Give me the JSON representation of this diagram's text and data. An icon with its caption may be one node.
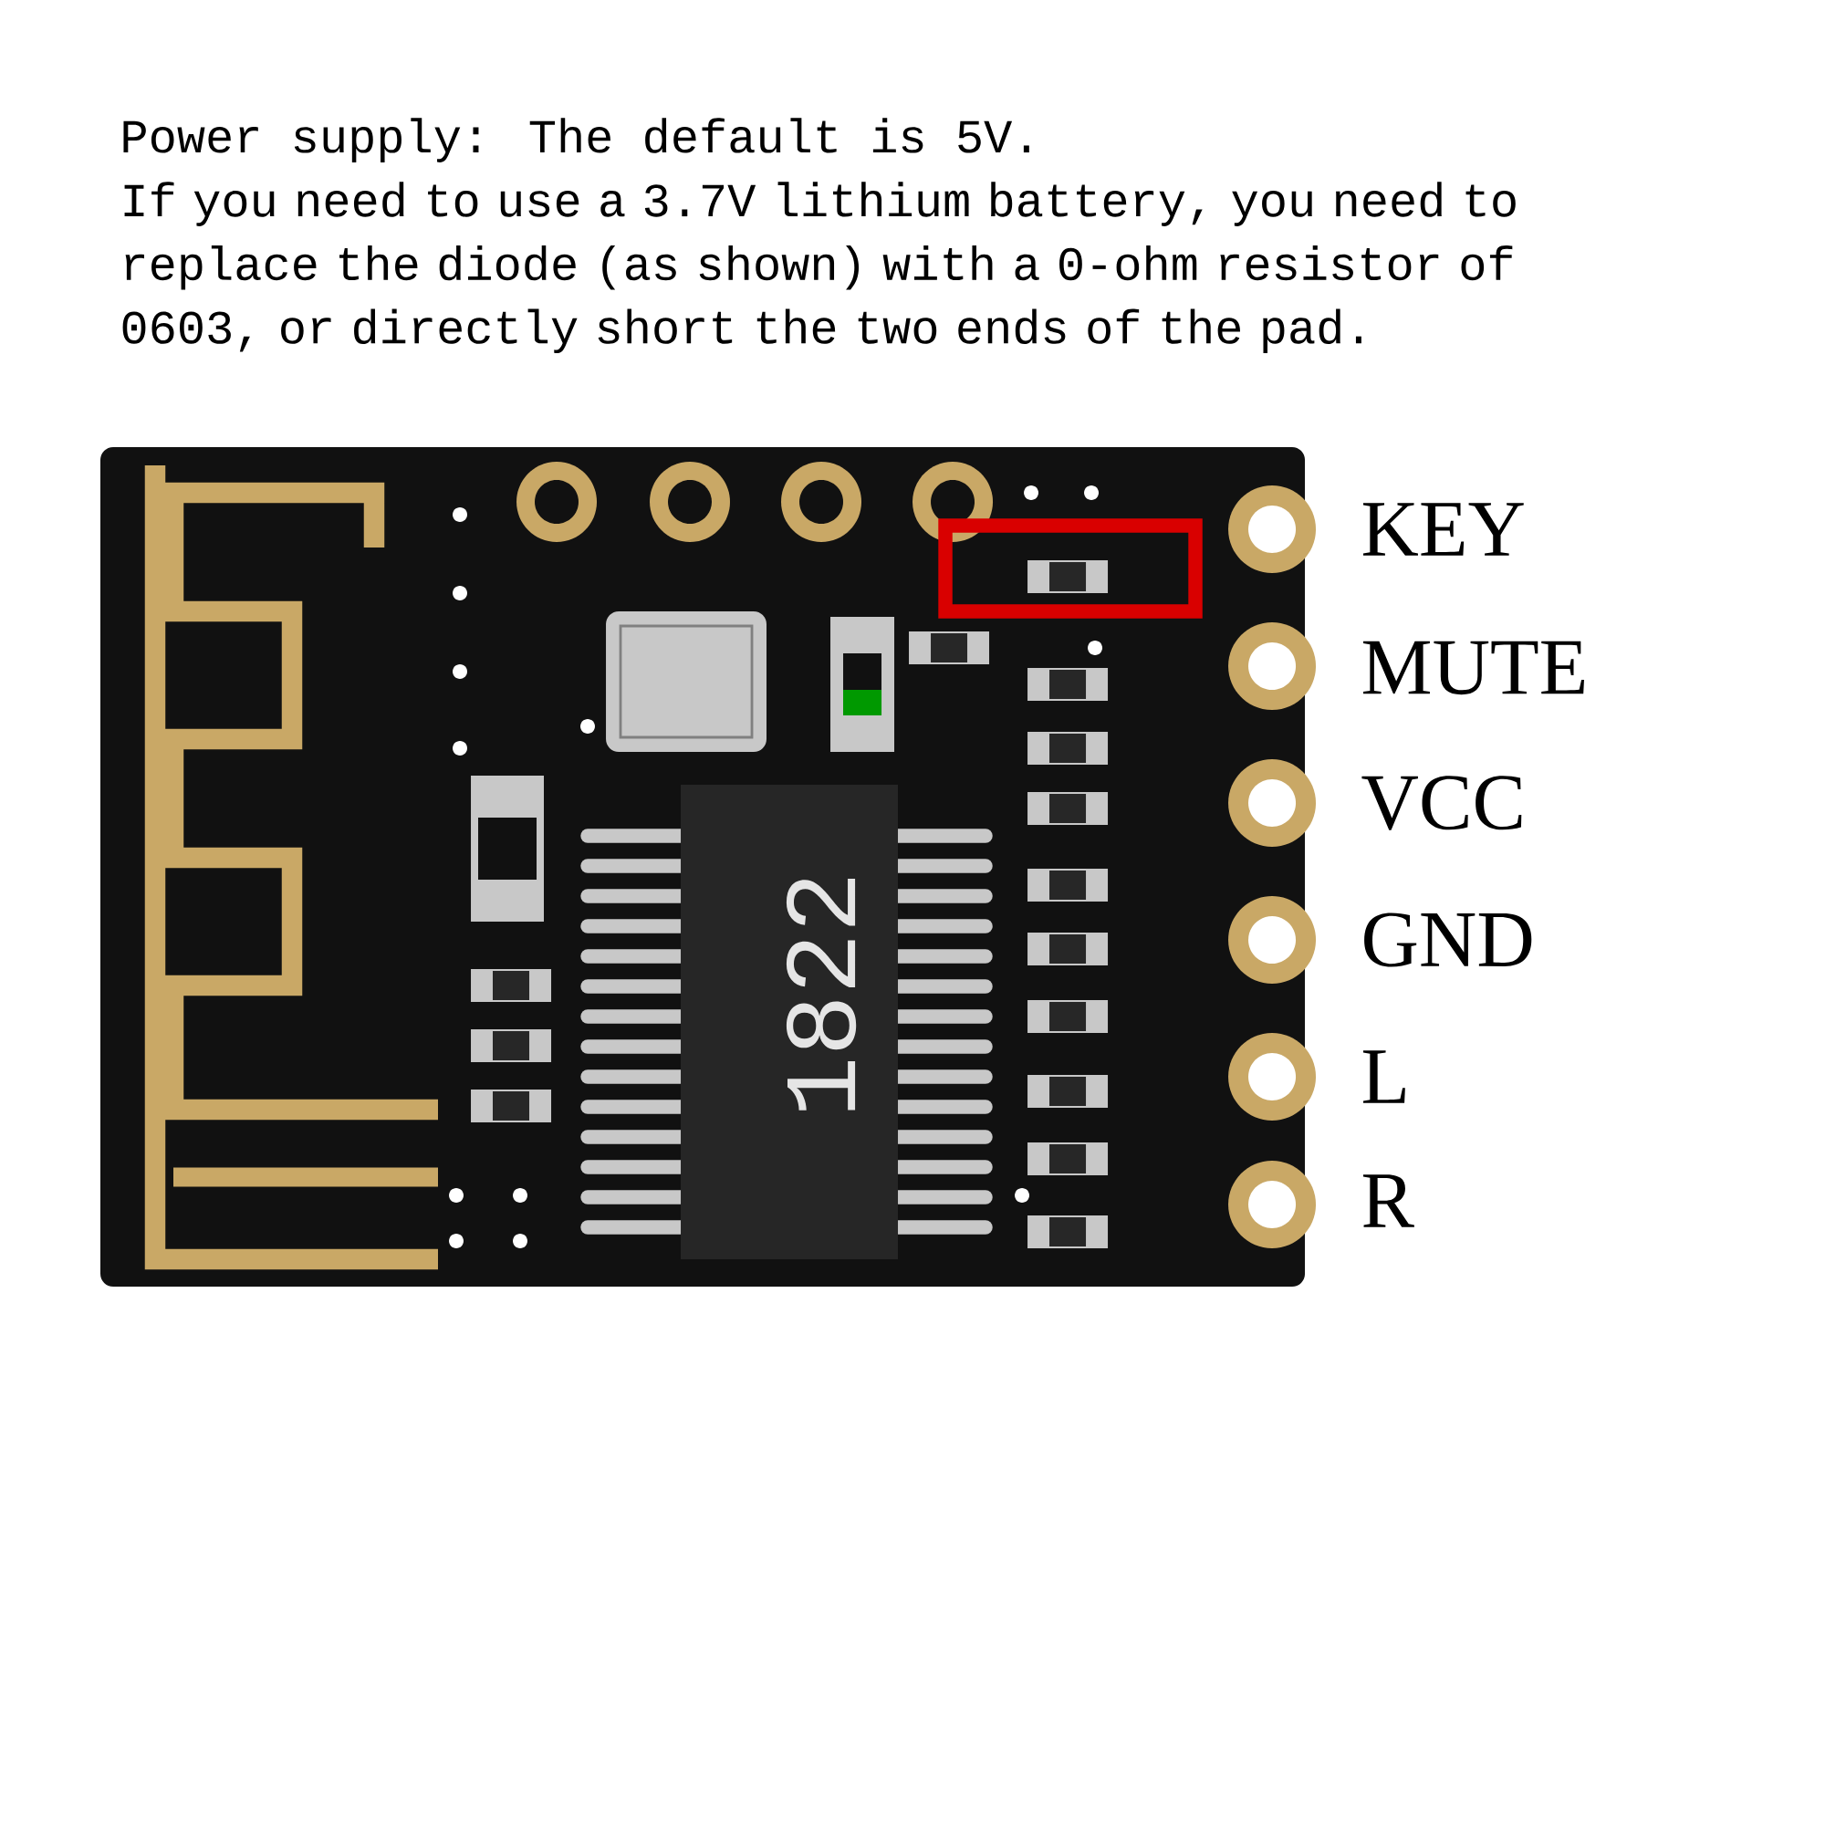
{
  "diagram": {
    "labels": [
      "Power supply: The default is 5V.",
      "If you need to use a 3.7V lithium battery, you need to replace the diode (as shown) with a 0-ohm resistor of 0603, or directly short the two ends of the pad.",
      "KEY",
      "MUTE",
      "VCC",
      "GND",
      "L",
      "R",
      "1822"
    ]
  }
}
